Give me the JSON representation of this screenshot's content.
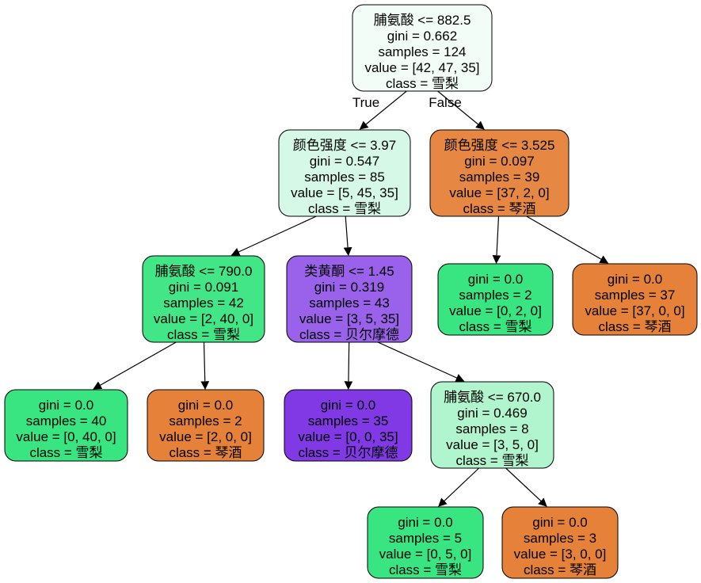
{
  "tree": {
    "nodes": [
      {
        "id": "root",
        "lines": [
          "脯氨酸 <= 882.5",
          "gini = 0.662",
          "samples = 124",
          "value = [42, 47, 35]",
          "class = 雪梨"
        ],
        "fill": "#f2fdf7"
      },
      {
        "id": "n1",
        "lines": [
          "颜色强度 <= 3.97",
          "gini = 0.547",
          "samples = 85",
          "value = [5, 45, 35]",
          "class = 雪梨"
        ],
        "fill": "#d6f8e6"
      },
      {
        "id": "n2",
        "lines": [
          "颜色强度 <= 3.525",
          "gini = 0.097",
          "samples = 39",
          "value = [37, 2, 0]",
          "class = 琴酒"
        ],
        "fill": "#e68844"
      },
      {
        "id": "n3",
        "lines": [
          "脯氨酸 <= 790.0",
          "gini = 0.091",
          "samples = 42",
          "value = [2, 40, 0]",
          "class = 雪梨"
        ],
        "fill": "#43e687"
      },
      {
        "id": "n4",
        "lines": [
          "类黄酮 <= 1.45",
          "gini = 0.319",
          "samples = 43",
          "value = [3, 5, 35]",
          "class = 贝尔摩德"
        ],
        "fill": "#9a61ea"
      },
      {
        "id": "n5",
        "lines": [
          "gini = 0.0",
          "samples = 2",
          "value = [0, 2, 0]",
          "class = 雪梨"
        ],
        "fill": "#39e581"
      },
      {
        "id": "n6",
        "lines": [
          "gini = 0.0",
          "samples = 37",
          "value = [37, 0, 0]",
          "class = 琴酒"
        ],
        "fill": "#e58139"
      },
      {
        "id": "n7",
        "lines": [
          "gini = 0.0",
          "samples = 40",
          "value = [0, 40, 0]",
          "class = 雪梨"
        ],
        "fill": "#39e581"
      },
      {
        "id": "n8",
        "lines": [
          "gini = 0.0",
          "samples = 2",
          "value = [2, 0, 0]",
          "class = 琴酒"
        ],
        "fill": "#e58139"
      },
      {
        "id": "n9",
        "lines": [
          "gini = 0.0",
          "samples = 35",
          "value = [0, 0, 35]",
          "class = 贝尔摩德"
        ],
        "fill": "#8139e5"
      },
      {
        "id": "n10",
        "lines": [
          "脯氨酸 <= 670.0",
          "gini = 0.469",
          "samples = 8",
          "value = [3, 5, 0]",
          "class = 雪梨"
        ],
        "fill": "#b0f5cd"
      },
      {
        "id": "n11",
        "lines": [
          "gini = 0.0",
          "samples = 5",
          "value = [0, 5, 0]",
          "class = 雪梨"
        ],
        "fill": "#39e581"
      },
      {
        "id": "n12",
        "lines": [
          "gini = 0.0",
          "samples = 3",
          "value = [3, 0, 0]",
          "class = 琴酒"
        ],
        "fill": "#e58139"
      }
    ],
    "edges": [
      {
        "from": "root",
        "to": "n1",
        "label": "True"
      },
      {
        "from": "root",
        "to": "n2",
        "label": "False"
      },
      {
        "from": "n1",
        "to": "n3",
        "label": ""
      },
      {
        "from": "n1",
        "to": "n4",
        "label": ""
      },
      {
        "from": "n2",
        "to": "n5",
        "label": ""
      },
      {
        "from": "n2",
        "to": "n6",
        "label": ""
      },
      {
        "from": "n3",
        "to": "n7",
        "label": ""
      },
      {
        "from": "n3",
        "to": "n8",
        "label": ""
      },
      {
        "from": "n4",
        "to": "n9",
        "label": ""
      },
      {
        "from": "n4",
        "to": "n10",
        "label": ""
      },
      {
        "from": "n10",
        "to": "n11",
        "label": ""
      },
      {
        "from": "n10",
        "to": "n12",
        "label": ""
      }
    ]
  }
}
